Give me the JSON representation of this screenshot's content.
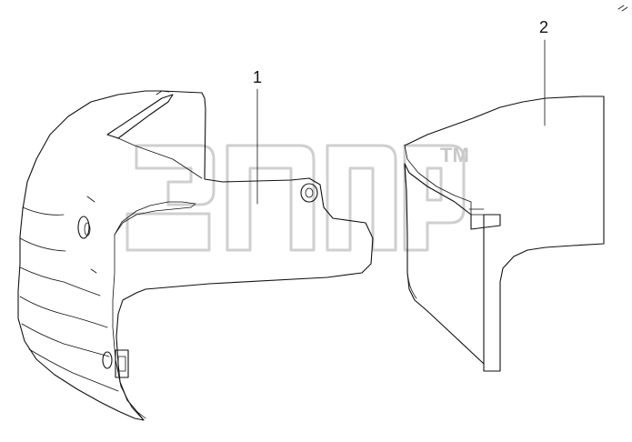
{
  "callouts": [
    {
      "label": "1",
      "part": "left-cover"
    },
    {
      "label": "2",
      "part": "right-cover"
    }
  ],
  "watermark": {
    "mark": "TM"
  },
  "colors": {
    "line": "#111111",
    "watermark": "#cfcfcf",
    "background": "#ffffff"
  }
}
